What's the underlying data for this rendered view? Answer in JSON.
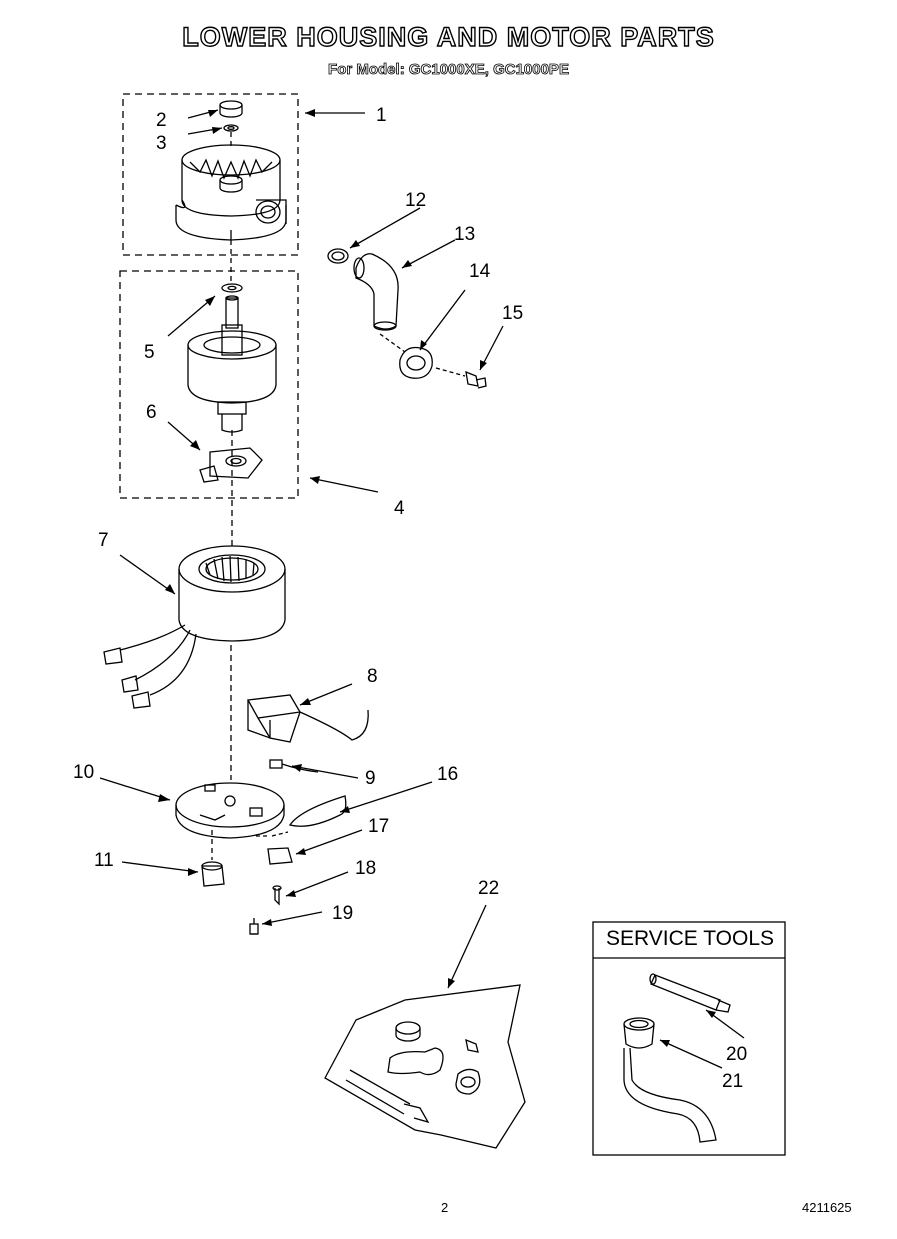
{
  "header": {
    "title": "LOWER HOUSING AND MOTOR PARTS",
    "subtitle": "For Model: GC1000XE, GC1000PE"
  },
  "callouts": [
    "1",
    "2",
    "3",
    "4",
    "5",
    "6",
    "7",
    "8",
    "9",
    "10",
    "11",
    "12",
    "13",
    "14",
    "15",
    "16",
    "17",
    "18",
    "19",
    "20",
    "21",
    "22"
  ],
  "service_tools": {
    "title": "SERVICE TOOLS"
  },
  "footer": {
    "page_number": "2",
    "doc_number": "4211625"
  }
}
